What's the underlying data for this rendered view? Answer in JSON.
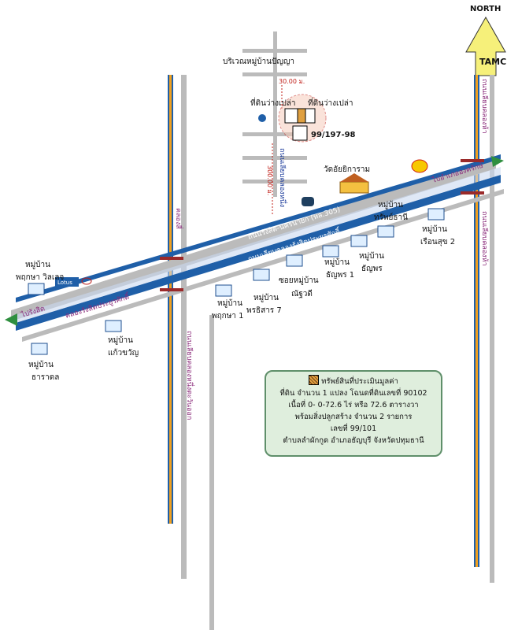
{
  "north": {
    "label": "NORTH",
    "brand": "TAMC"
  },
  "places": {
    "village_panya": "บริเวณหมู่บ้านปัญญา",
    "vacant_land_1": "ที่ดินว่างเปล่า",
    "vacant_land_2": "ที่ดินว่างเปล่า",
    "distance_30m": "30.00 ม.",
    "distance_300m": "300.00 ม.",
    "plot_number": "99/197-98",
    "temple": "วัดอัยยิการาม",
    "road_rangsit_nakhonnayok": "ถนนรังสิต-นครนายก (ทล.305)",
    "road_bypass": "ถนนเลียบคลองรังสิตประยูรศักดิ์",
    "to_ongkharak": "ไปอำเภอองครักษ์",
    "to_rangsit": "ไปรังสิต",
    "canal_rangsit": "คลองรังสิตประยูรศักดิ์",
    "soi_village": "ซอยหมู่บ้าน",
    "village_prueksa_villate_1": "หมู่บ้าน",
    "village_prueksa_villate_2": "พฤกษา วิลเลจ",
    "village_thanya_1": "หมู่บ้าน",
    "village_thanya_2": "ธัญพร 1",
    "village_thanyaporn_1": "หมู่บ้าน",
    "village_thanyaporn_2": "ธัญพร",
    "village_sapthani_1": "หมู่บ้าน",
    "village_sapthani_2": "ทรัพย์ธานี",
    "village_ruensuk_1": "หมู่บ้าน",
    "village_ruensuk_2": "เรือนสุข 2",
    "village_prueksa1_1": "หมู่บ้าน",
    "village_prueksa1_2": "พฤกษา 1",
    "village_pornsiri_1": "หมู่บ้าน",
    "village_pornsiri_2": "พรธิสาร 7",
    "village_chanyawadi": "ณัฐวดี",
    "village_kaewkwan_1": "หมู่บ้าน",
    "village_kaewkwan_2": "แก้วขวัญ",
    "village_tharadol_1": "หมู่บ้าน",
    "village_tharadol_2": "ธาราดล",
    "lotus": "Lotus",
    "side_road_left": "คลองสี่",
    "side_road_left_lower": "ถนนเลียบคลองหนึ่งตะวันออก",
    "side_road_right_top": "ถนนเลียบคลองห้า",
    "side_road_right_mid": "ถนนเลียบคลองห้า",
    "land_road": "ถนนเลียบคลองหนึ่ง"
  },
  "legend": {
    "title": "ทรัพย์สินที่ประเมินมูลค่า",
    "line1": "ที่ดิน จำนวน 1 แปลง โฉนดที่ดินเลขที่ 90102",
    "line2": "เนื้อที่ 0- 0-72.6 ไร่ หรือ 72.6 ตารางวา",
    "line3": "พร้อมสิ่งปลูกสร้าง จำนวน  2  รายการ",
    "line4": "เลขที่ 99/101",
    "line5": "ตำบลลำผักกูด  อำเภอธัญบุรี  จังหวัดปทุมธานี"
  },
  "colors": {
    "road_blue": "#1f5fa8",
    "road_gray": "#b8b8b8",
    "canal": "#3a6fc0",
    "legend_bg": "#dfeedd",
    "arrow_fill": "#f6f07a"
  }
}
